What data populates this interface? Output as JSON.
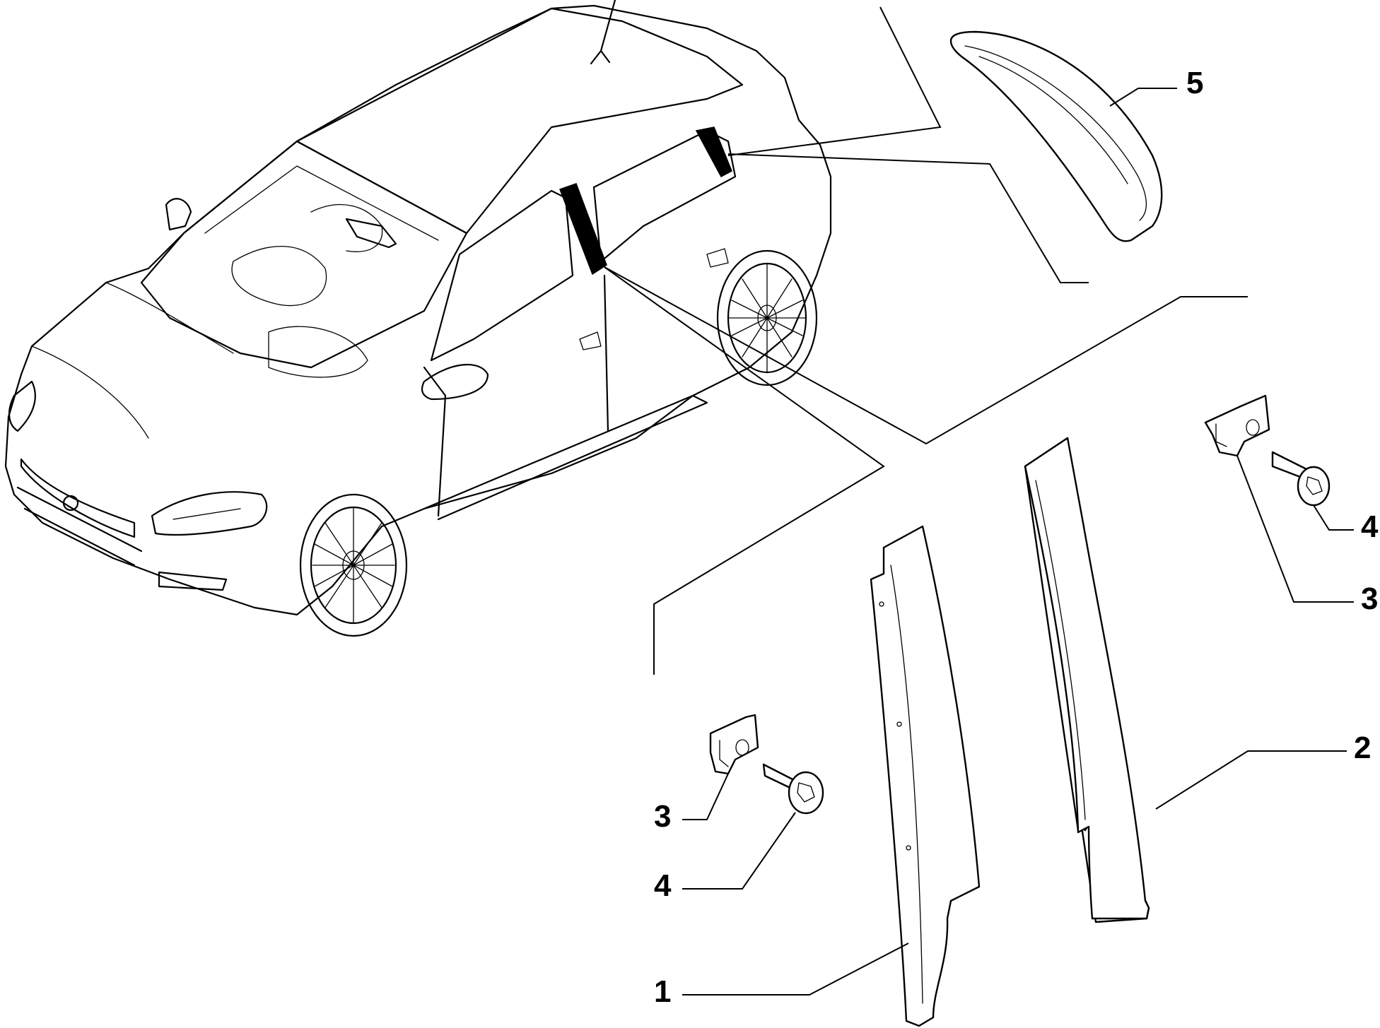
{
  "callouts": [
    {
      "id": "c5",
      "label": "5"
    },
    {
      "id": "c4a",
      "label": "4"
    },
    {
      "id": "c3a",
      "label": "3"
    },
    {
      "id": "c2",
      "label": "2"
    },
    {
      "id": "c3b",
      "label": "3"
    },
    {
      "id": "c4b",
      "label": "4"
    },
    {
      "id": "c1",
      "label": "1"
    }
  ]
}
